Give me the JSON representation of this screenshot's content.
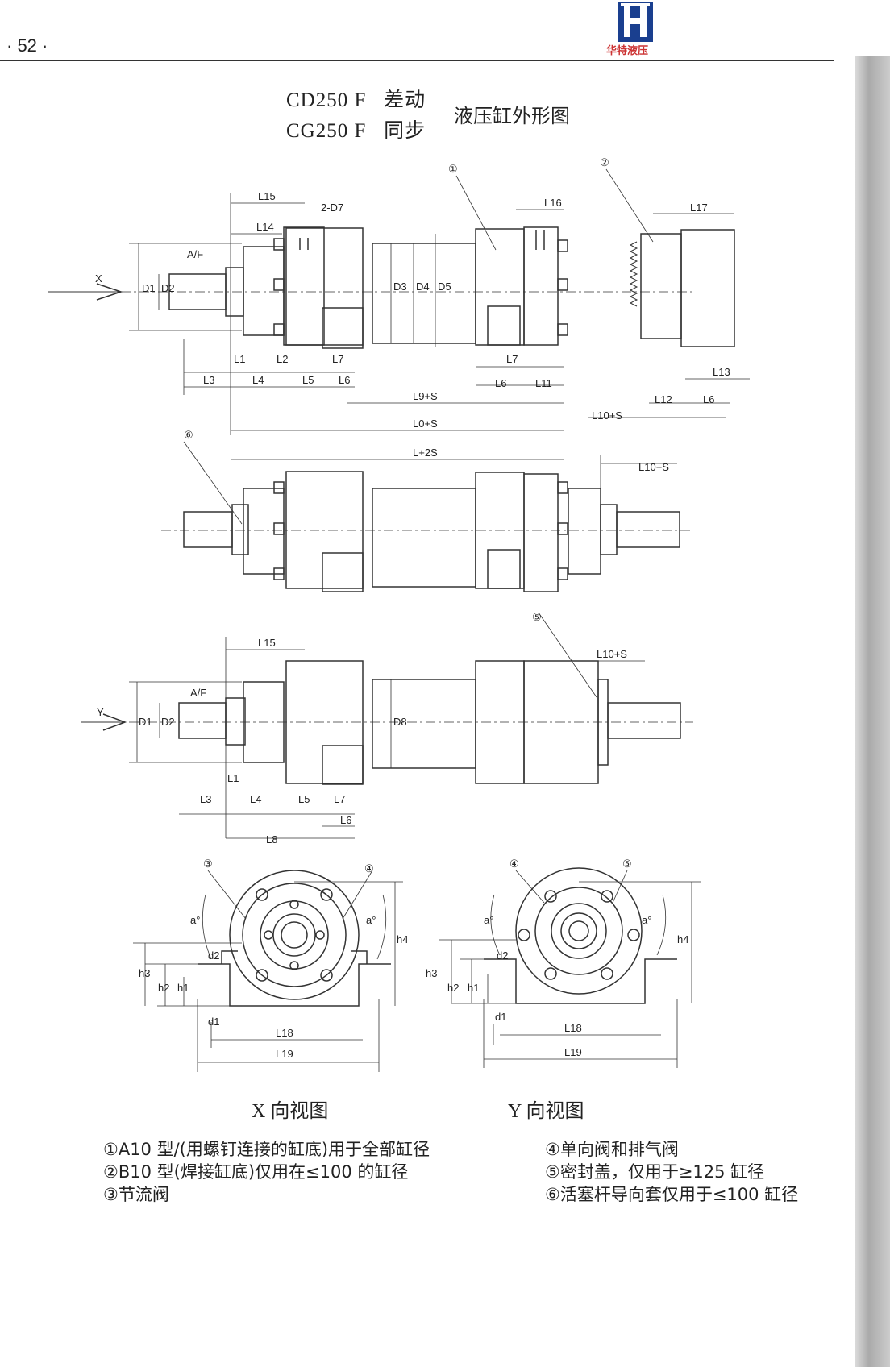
{
  "page": {
    "number": "· 52 ·",
    "brand": "华特液压"
  },
  "heading": {
    "model_1": "CD250 F",
    "type_1": "差动",
    "model_2": "CG250 F",
    "type_2": "同步",
    "title": "液压缸外形图"
  },
  "dimension_labels": {
    "L15": "L15",
    "L14": "L14",
    "D7": "2-D7",
    "AF": "A/F",
    "X": "X",
    "Y": "Y",
    "D1": "D1",
    "D2": "D2",
    "D3": "D3",
    "D4": "D4",
    "D5": "D5",
    "D8": "D8",
    "L1": "L1",
    "L2": "L2",
    "L3": "L3",
    "L4": "L4",
    "L5": "L5",
    "L6": "L6",
    "L7": "L7",
    "L8": "L8",
    "L9S": "L9+S",
    "L0S": "L0+S",
    "L2S": "L+2S",
    "L10S": "L10+S",
    "L11": "L11",
    "L12": "L12",
    "L13": "L13",
    "L16": "L16",
    "L17": "L17",
    "L18": "L18",
    "L19": "L19",
    "d1": "d1",
    "d2": "d2",
    "h1": "h1",
    "h2": "h2",
    "h3": "h3",
    "h4": "h4",
    "a": "a°",
    "c1": "①",
    "c2": "②",
    "c3": "③",
    "c4": "④",
    "c5": "⑤",
    "c6": "⑥"
  },
  "views": {
    "x_view": "X 向视图",
    "y_view": "Y 向视图"
  },
  "notes_left": [
    "①A10 型/(用螺钉连接的缸底)用于全部缸径",
    "②B10 型(焊接缸底)仅用在≤100 的缸径",
    "③节流阀"
  ],
  "notes_right": [
    "④单向阀和排气阀",
    "⑤密封盖，仅用于≥125 缸径",
    "⑥活塞杆导向套仅用于≤100 缸径"
  ]
}
